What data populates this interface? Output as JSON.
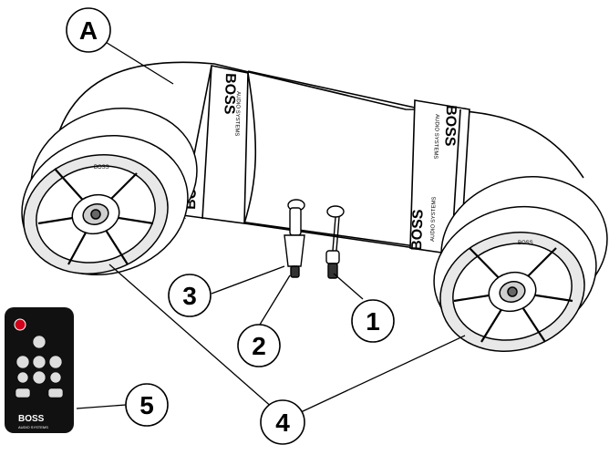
{
  "callouts": {
    "a": "A",
    "one": "1",
    "two": "2",
    "three": "3",
    "four": "4",
    "five": "5"
  },
  "brand": {
    "logo": "BOSS",
    "sub": "AUDIO SYSTEMS"
  },
  "colors": {
    "line": "#000000",
    "background": "#ffffff",
    "remote_body": "#111111",
    "power_button": "#d0021b"
  }
}
